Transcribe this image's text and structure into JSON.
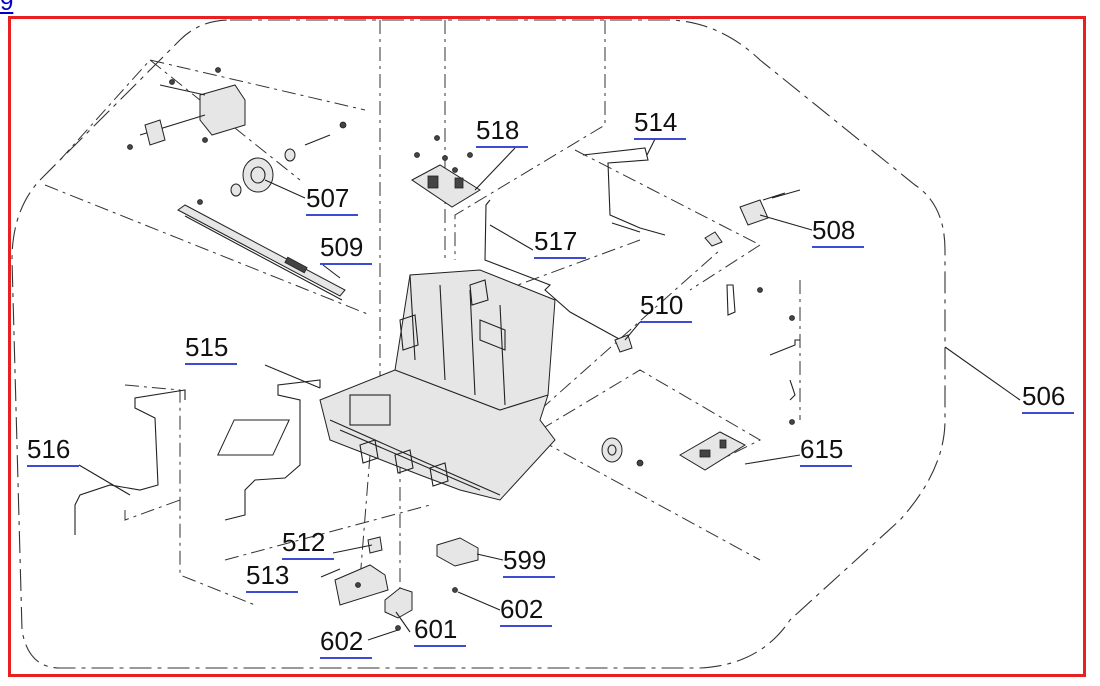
{
  "corner_label": "9",
  "colors": {
    "frame": "#e82020",
    "callout_underline": "#2233cc",
    "line": "#222222"
  },
  "callouts": [
    {
      "id": "506",
      "label": "506"
    },
    {
      "id": "507",
      "label": "507"
    },
    {
      "id": "508",
      "label": "508"
    },
    {
      "id": "509",
      "label": "509"
    },
    {
      "id": "510",
      "label": "510"
    },
    {
      "id": "512",
      "label": "512"
    },
    {
      "id": "513",
      "label": "513"
    },
    {
      "id": "514",
      "label": "514"
    },
    {
      "id": "515",
      "label": "515"
    },
    {
      "id": "516",
      "label": "516"
    },
    {
      "id": "517",
      "label": "517"
    },
    {
      "id": "518",
      "label": "518"
    },
    {
      "id": "599",
      "label": "599"
    },
    {
      "id": "601",
      "label": "601"
    },
    {
      "id": "602a",
      "label": "602"
    },
    {
      "id": "602b",
      "label": "602"
    },
    {
      "id": "615",
      "label": "615"
    }
  ]
}
